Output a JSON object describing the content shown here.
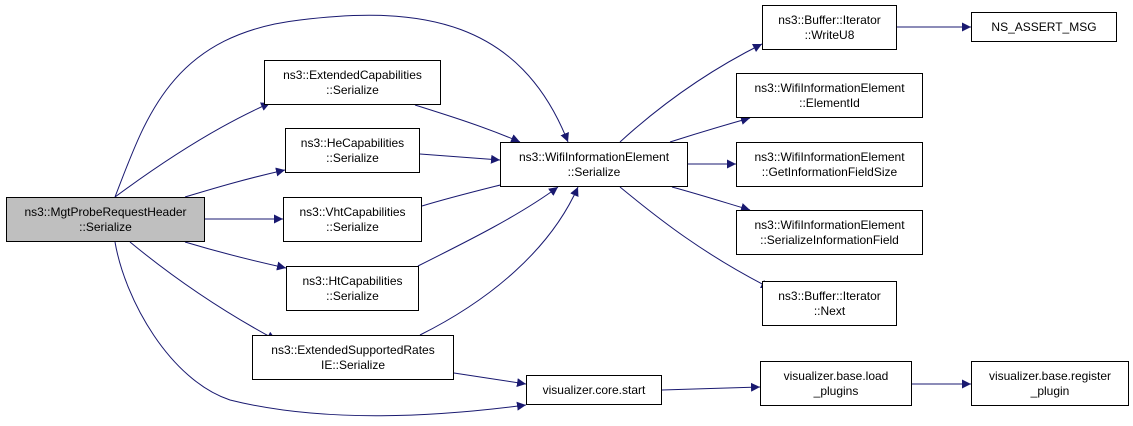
{
  "colors": {
    "edge": "#191970",
    "root_fill": "#bfbfbf",
    "node_fill": "#ffffff",
    "border": "#000000"
  },
  "nodes": [
    {
      "id": "mgt",
      "root": true,
      "lines": [
        "ns3::MgtProbeRequestHeader",
        "::Serialize"
      ]
    },
    {
      "id": "extcap",
      "lines": [
        "ns3::ExtendedCapabilities",
        "::Serialize"
      ]
    },
    {
      "id": "hecap",
      "lines": [
        "ns3::HeCapabilities",
        "::Serialize"
      ]
    },
    {
      "id": "vhtcap",
      "lines": [
        "ns3::VhtCapabilities",
        "::Serialize"
      ]
    },
    {
      "id": "htcap",
      "lines": [
        "ns3::HtCapabilities",
        "::Serialize"
      ]
    },
    {
      "id": "extrates",
      "lines": [
        "ns3::ExtendedSupportedRates",
        "IE::Serialize"
      ]
    },
    {
      "id": "wifiser",
      "lines": [
        "ns3::WifiInformationElement",
        "::Serialize"
      ]
    },
    {
      "id": "vizstart",
      "lines": [
        "visualizer.core.start"
      ]
    },
    {
      "id": "writeu8",
      "lines": [
        "ns3::Buffer::Iterator",
        "::WriteU8"
      ]
    },
    {
      "id": "elemid",
      "lines": [
        "ns3::WifiInformationElement",
        "::ElementId"
      ]
    },
    {
      "id": "getsize",
      "lines": [
        "ns3::WifiInformationElement",
        "::GetInformationFieldSize"
      ]
    },
    {
      "id": "serfield",
      "lines": [
        "ns3::WifiInformationElement",
        "::SerializeInformationField"
      ]
    },
    {
      "id": "next",
      "lines": [
        "ns3::Buffer::Iterator",
        "::Next"
      ]
    },
    {
      "id": "loadplugins",
      "lines": [
        "visualizer.base.load",
        "_plugins"
      ]
    },
    {
      "id": "nsassert",
      "lines": [
        "NS_ASSERT_MSG"
      ]
    },
    {
      "id": "regplugin",
      "lines": [
        "visualizer.base.register",
        "_plugin"
      ]
    }
  ],
  "edges": [
    {
      "from": "mgt",
      "to": "extcap"
    },
    {
      "from": "mgt",
      "to": "hecap"
    },
    {
      "from": "mgt",
      "to": "vhtcap"
    },
    {
      "from": "mgt",
      "to": "htcap"
    },
    {
      "from": "mgt",
      "to": "extrates"
    },
    {
      "from": "mgt",
      "to": "wifiser"
    },
    {
      "from": "mgt",
      "to": "vizstart"
    },
    {
      "from": "extcap",
      "to": "wifiser"
    },
    {
      "from": "hecap",
      "to": "wifiser"
    },
    {
      "from": "vhtcap",
      "to": "wifiser"
    },
    {
      "from": "htcap",
      "to": "wifiser"
    },
    {
      "from": "extrates",
      "to": "wifiser"
    },
    {
      "from": "extrates",
      "to": "vizstart"
    },
    {
      "from": "wifiser",
      "to": "writeu8"
    },
    {
      "from": "wifiser",
      "to": "elemid"
    },
    {
      "from": "wifiser",
      "to": "getsize"
    },
    {
      "from": "wifiser",
      "to": "serfield"
    },
    {
      "from": "wifiser",
      "to": "next"
    },
    {
      "from": "writeu8",
      "to": "nsassert"
    },
    {
      "from": "vizstart",
      "to": "loadplugins"
    },
    {
      "from": "loadplugins",
      "to": "regplugin"
    }
  ]
}
